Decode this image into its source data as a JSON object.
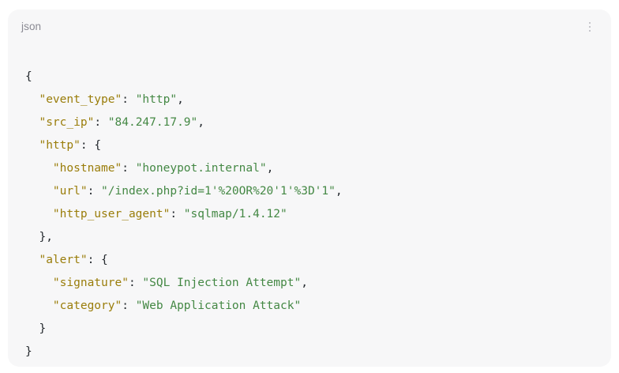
{
  "card": {
    "language_label": "json",
    "menu_icon": "kebab-menu-icon"
  },
  "colors": {
    "page_background": "#ffffff",
    "card_background": "#f7f7f8",
    "key": "#9a7d0a",
    "string": "#448844",
    "punctuation": "#24292e",
    "label": "#8a8a93"
  },
  "code": {
    "language": "json",
    "lines": [
      {
        "indent": "",
        "parts": [
          {
            "t": "punct",
            "v": "{"
          }
        ]
      },
      {
        "indent": "  ",
        "parts": [
          {
            "t": "key",
            "v": "\"event_type\""
          },
          {
            "t": "punct",
            "v": ": "
          },
          {
            "t": "str",
            "v": "\"http\""
          },
          {
            "t": "punct",
            "v": ","
          }
        ]
      },
      {
        "indent": "  ",
        "parts": [
          {
            "t": "key",
            "v": "\"src_ip\""
          },
          {
            "t": "punct",
            "v": ": "
          },
          {
            "t": "str",
            "v": "\"84.247.17.9\""
          },
          {
            "t": "punct",
            "v": ","
          }
        ]
      },
      {
        "indent": "  ",
        "parts": [
          {
            "t": "key",
            "v": "\"http\""
          },
          {
            "t": "punct",
            "v": ": {"
          }
        ]
      },
      {
        "indent": "    ",
        "parts": [
          {
            "t": "key",
            "v": "\"hostname\""
          },
          {
            "t": "punct",
            "v": ": "
          },
          {
            "t": "str",
            "v": "\"honeypot.internal\""
          },
          {
            "t": "punct",
            "v": ","
          }
        ]
      },
      {
        "indent": "    ",
        "parts": [
          {
            "t": "key",
            "v": "\"url\""
          },
          {
            "t": "punct",
            "v": ": "
          },
          {
            "t": "str",
            "v": "\"/index.php?id=1'%20OR%20'1'%3D'1\""
          },
          {
            "t": "punct",
            "v": ","
          }
        ]
      },
      {
        "indent": "    ",
        "parts": [
          {
            "t": "key",
            "v": "\"http_user_agent\""
          },
          {
            "t": "punct",
            "v": ": "
          },
          {
            "t": "str",
            "v": "\"sqlmap/1.4.12\""
          }
        ]
      },
      {
        "indent": "  ",
        "parts": [
          {
            "t": "punct",
            "v": "},"
          }
        ]
      },
      {
        "indent": "  ",
        "parts": [
          {
            "t": "key",
            "v": "\"alert\""
          },
          {
            "t": "punct",
            "v": ": {"
          }
        ]
      },
      {
        "indent": "    ",
        "parts": [
          {
            "t": "key",
            "v": "\"signature\""
          },
          {
            "t": "punct",
            "v": ": "
          },
          {
            "t": "str",
            "v": "\"SQL Injection Attempt\""
          },
          {
            "t": "punct",
            "v": ","
          }
        ]
      },
      {
        "indent": "    ",
        "parts": [
          {
            "t": "key",
            "v": "\"category\""
          },
          {
            "t": "punct",
            "v": ": "
          },
          {
            "t": "str",
            "v": "\"Web Application Attack\""
          }
        ]
      },
      {
        "indent": "  ",
        "parts": [
          {
            "t": "punct",
            "v": "}"
          }
        ]
      },
      {
        "indent": "",
        "parts": [
          {
            "t": "punct",
            "v": "}"
          }
        ]
      }
    ],
    "parsed_object": {
      "event_type": "http",
      "src_ip": "84.247.17.9",
      "http": {
        "hostname": "honeypot.internal",
        "url": "/index.php?id=1'%20OR%20'1'%3D'1",
        "http_user_agent": "sqlmap/1.4.12"
      },
      "alert": {
        "signature": "SQL Injection Attempt",
        "category": "Web Application Attack"
      }
    }
  }
}
